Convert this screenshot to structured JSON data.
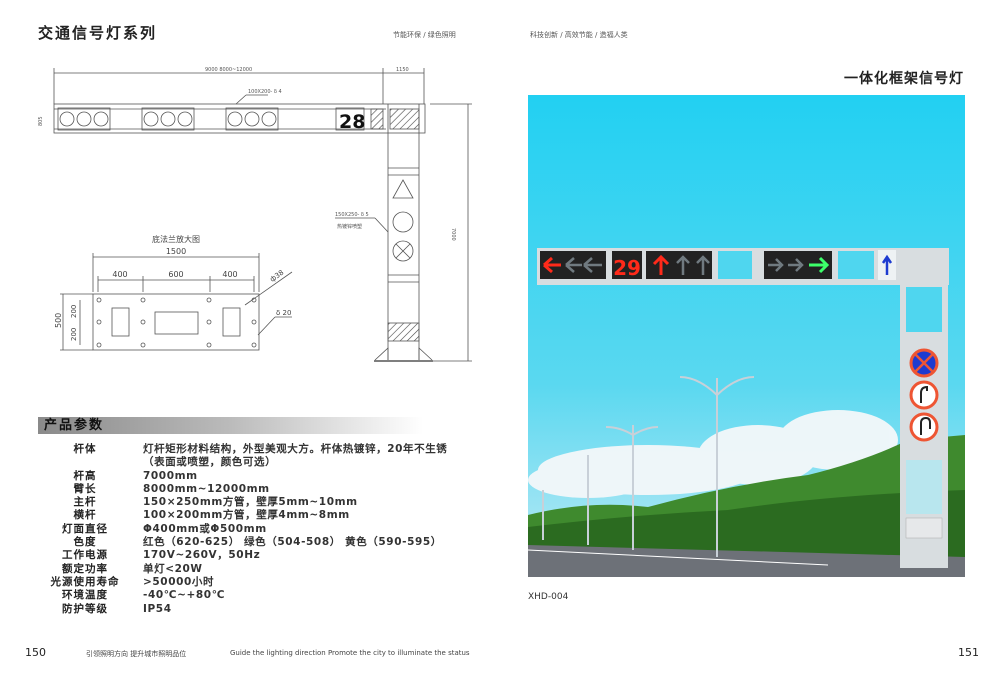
{
  "header": {
    "series_title": "交通信号灯系列",
    "slogan_left": "节能环保  /  绿色照明",
    "slogan_right": "科技创新  /  高效节能  /  造福人类",
    "product_title": "一体化框架信号灯"
  },
  "drawing": {
    "top_dim": "9000  8000~12000",
    "side_dim": "1150",
    "beam_spec": "100X200- δ 4",
    "beam_height": "805",
    "countdown": "28",
    "pole_spec": "150X250- δ 5",
    "pole_finish": "热镀锌喷塑",
    "pole_height": "7000",
    "flange_title": "底法兰放大图",
    "flange_width": "1500",
    "flange_seg1": "400",
    "flange_seg2": "600",
    "flange_seg3": "400",
    "flange_height": "500",
    "flange_h1": "200",
    "flange_h2": "200",
    "hole_dia": "ф38",
    "plate_thk": "δ 20"
  },
  "specs": {
    "title": "产品参数",
    "rows": [
      {
        "label": "杆体",
        "value": "灯杆矩形材料结构，外型美观大方。杆体热镀锌，20年不生锈（表面或喷塑，颜色可选）"
      },
      {
        "label": "杆高",
        "value": "7000mm"
      },
      {
        "label": "臂长",
        "value": "8000mm~12000mm"
      },
      {
        "label": "主杆",
        "value": "150×250mm方管，壁厚5mm~10mm"
      },
      {
        "label": "横杆",
        "value": "100×200mm方管，壁厚4mm~8mm"
      },
      {
        "label": "灯面直径",
        "value": "Φ400mm或Φ500mm"
      },
      {
        "label": "色度",
        "value": "红色（620-625） 绿色（504-508） 黄色（590-595）"
      },
      {
        "label": "工作电源",
        "value": "170V~260V，50Hz"
      },
      {
        "label": "额定功率",
        "value": "单灯<20W"
      },
      {
        "label": "光源使用寿命",
        "value": ">50000小时"
      },
      {
        "label": "环境温度",
        "value": "-40℃~+80℃"
      },
      {
        "label": "防护等级",
        "value": "IP54"
      }
    ]
  },
  "photo": {
    "countdown": "29",
    "model": "XHD-004"
  },
  "footer": {
    "page_left": "150",
    "slogan_cn": "引领照明方向    提升城市照明品位",
    "slogan_en": "Guide the lighting direction Promote the city to illuminate the status",
    "page_right": "151"
  },
  "colors": {
    "sky": "#2fd3f0",
    "red": "#ff2a1a",
    "green": "#3dff6a"
  }
}
